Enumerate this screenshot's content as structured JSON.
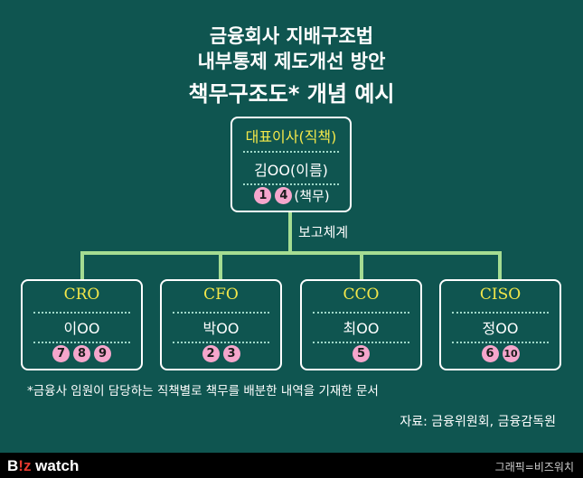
{
  "title": {
    "line1": "금융회사 지배구조법",
    "line2": "내부통제 제도개선 방안",
    "line3": "책무구조도* 개념 예시"
  },
  "ceo": {
    "title": "대표이사(직책)",
    "name": "김OO(이름)",
    "duties": [
      "1",
      "4"
    ],
    "duties_label": "(책무)"
  },
  "reporting_label": "보고체계",
  "officers": [
    {
      "title": "CRO",
      "name": "이OO",
      "duties": [
        "7",
        "8",
        "9"
      ]
    },
    {
      "title": "CFO",
      "name": "박OO",
      "duties": [
        "2",
        "3"
      ]
    },
    {
      "title": "CCO",
      "name": "최OO",
      "duties": [
        "5"
      ]
    },
    {
      "title": "CISO",
      "name": "정OO",
      "duties": [
        "6",
        "10"
      ]
    }
  ],
  "footnote": "*금융사 임원이 담당하는 직책별로 책무를 배분한 내역을 기재한 문서",
  "source": "자료: 금융위원회, 금융감독원",
  "brand": {
    "b": "B",
    "z": "!z",
    "rest": " watch"
  },
  "credit": "그래픽=비즈워치",
  "colors": {
    "background": "#0f5550",
    "connector": "#a5dc92",
    "highlight_title": "#f3e84a",
    "duty_circle": "#f5a6cc"
  }
}
